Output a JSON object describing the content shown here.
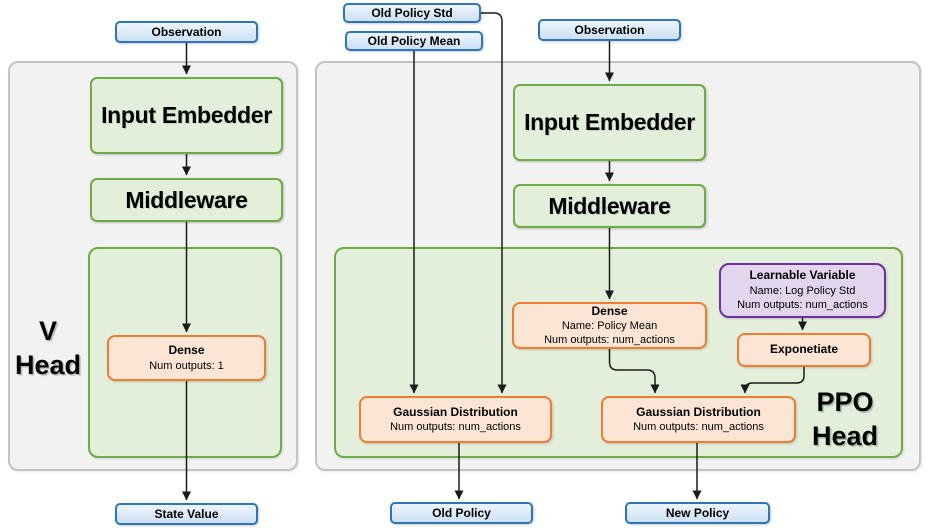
{
  "colors": {
    "panel_fill": "#F2F2F2",
    "panel_border": "#C3C3C3",
    "green_fill": "#E3EFDB",
    "green_border": "#6BAC44",
    "orange_fill": "#FCE5D5",
    "orange_border": "#ED7D31",
    "purple_fill": "#E2D5EE",
    "purple_border": "#7030A0",
    "blue_fill": "#D9E8F8",
    "blue_border": "#2E75B6",
    "connector": "#1A1A1A"
  },
  "v_network": {
    "observation": "Observation",
    "input_embedder": "Input Embedder",
    "middleware": "Middleware",
    "dense": {
      "title": "Dense",
      "line1": "Num outputs: 1"
    },
    "head_label": {
      "line1": "V",
      "line2": "Head"
    },
    "state_value": "State Value"
  },
  "ppo_network": {
    "old_policy_std": "Old Policy Std",
    "old_policy_mean": "Old Policy Mean",
    "observation": "Observation",
    "input_embedder": "Input Embedder",
    "middleware": "Middleware",
    "dense": {
      "title": "Dense",
      "line1": "Name: Policy Mean",
      "line2": "Num outputs: num_actions"
    },
    "learnable_variable": {
      "title": "Learnable Variable",
      "line1": "Name: Log Policy Std",
      "line2": "Num outputs: num_actions"
    },
    "exponetiate": "Exponetiate",
    "gaussian_old": {
      "title": "Gaussian Distribution",
      "line1": "Num outputs: num_actions"
    },
    "gaussian_new": {
      "title": "Gaussian Distribution",
      "line1": "Num outputs: num_actions"
    },
    "head_label": {
      "line1": "PPO",
      "line2": "Head"
    },
    "old_policy": "Old Policy",
    "new_policy": "New Policy"
  }
}
